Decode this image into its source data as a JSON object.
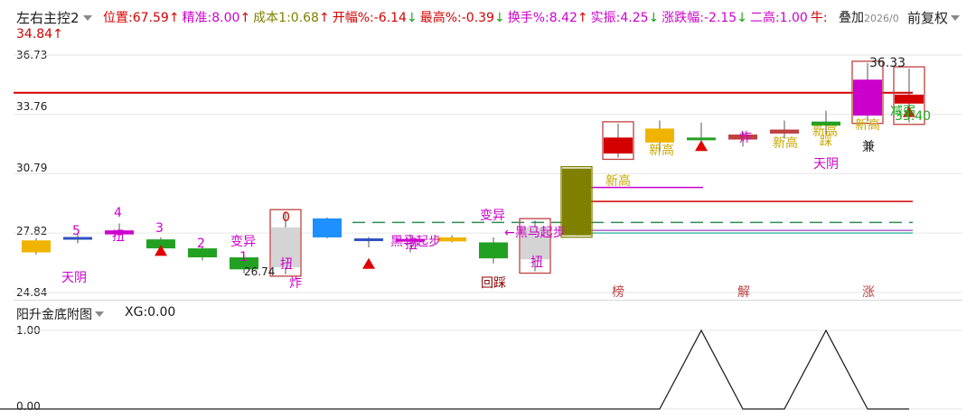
{
  "header": {
    "indicator_name": "左右主控2",
    "values": [
      {
        "label": "位置:",
        "value": "67.59",
        "arrow": "↑",
        "color": "#d40000",
        "arrow_up": true
      },
      {
        "label": "精准:",
        "value": "8.00",
        "arrow": "↑",
        "color": "#cc00cc",
        "arrow_up": true
      },
      {
        "label": "成本1:",
        "value": "0.68",
        "arrow": "↑",
        "color": "#808000",
        "arrow_up": true
      },
      {
        "label": "开幅%:",
        "value": "-6.14",
        "arrow": "↓",
        "color": "#d40000",
        "arrow_up": false
      },
      {
        "label": "最高%:",
        "value": "-0.39",
        "arrow": "↓",
        "color": "#d40000",
        "arrow_up": false
      },
      {
        "label": "换手%:",
        "value": "8.42",
        "arrow": "↑",
        "color": "#cc00cc",
        "arrow_up": true
      },
      {
        "label": "实振:",
        "value": "4.25",
        "arrow": "↓",
        "color": "#cc00cc",
        "arrow_up": false
      },
      {
        "label": "涨跌幅:",
        "value": "-2.15",
        "arrow": "↓",
        "color": "#cc00cc",
        "arrow_up": false
      },
      {
        "label": "二高:",
        "value": "1.00",
        "arrow": "",
        "color": "#cc00cc",
        "arrow_up": true
      },
      {
        "label": "牛:",
        "value": "",
        "arrow": "",
        "color": "#d40000",
        "arrow_up": true
      }
    ],
    "last_value": "34.84↑",
    "overlay_label": "叠加",
    "date_fragment": "2026/0",
    "adjust_label": "前复权"
  },
  "main_chart": {
    "y_ticks": [
      "36.73",
      "33.76",
      "30.79",
      "27.82",
      "24.84"
    ],
    "price_label_high": "36.33",
    "price_label_low": "33.40",
    "extra_price": "26.74",
    "annotations": [
      {
        "text": "天阴",
        "color": "#cc00cc"
      },
      {
        "text": "5",
        "color": "#cc00cc"
      },
      {
        "text": "4",
        "color": "#cc00cc"
      },
      {
        "text": "扭",
        "color": "#cc00cc"
      },
      {
        "text": "3",
        "color": "#cc00cc"
      },
      {
        "text": "2",
        "color": "#cc00cc"
      },
      {
        "text": "1",
        "color": "#cc00cc"
      },
      {
        "text": "变异",
        "color": "#cc00cc"
      },
      {
        "text": "0",
        "color": "#d40000"
      },
      {
        "text": "扭",
        "color": "#cc00cc"
      },
      {
        "text": "炸",
        "color": "#cc00cc"
      },
      {
        "text": "黑马起步",
        "color": "#cc00cc"
      },
      {
        "text": "扭",
        "color": "#cc00cc"
      },
      {
        "text": "变异",
        "color": "#cc00cc"
      },
      {
        "text": "回踩",
        "color": "#8b0000"
      },
      {
        "text": "←黑马起步",
        "color": "#cc00cc"
      },
      {
        "text": "扭",
        "color": "#cc00cc"
      },
      {
        "text": "新高",
        "color": "#c8a800"
      },
      {
        "text": "新高",
        "color": "#c8a800"
      },
      {
        "text": "炸",
        "color": "#cc00cc"
      },
      {
        "text": "新高",
        "color": "#c8a800"
      },
      {
        "text": "新高",
        "color": "#c8a800"
      },
      {
        "text": "踩",
        "color": "#c8a800"
      },
      {
        "text": "天阴",
        "color": "#cc00cc"
      },
      {
        "text": "新高",
        "color": "#c8a800"
      },
      {
        "text": "兼",
        "color": "#222222"
      },
      {
        "text": "减弱",
        "color": "#22aa22"
      },
      {
        "text": "榜",
        "color": "#c04040"
      },
      {
        "text": "解",
        "color": "#c04040"
      },
      {
        "text": "涨",
        "color": "#c04040"
      }
    ]
  },
  "chart_data": {
    "type": "candlestick",
    "ylim": [
      24.84,
      36.73
    ],
    "ticks": [
      36.73,
      33.76,
      30.79,
      27.82,
      24.84
    ],
    "candles": [
      {
        "open": 26.85,
        "close": 27.45,
        "high": 27.55,
        "low": 26.75,
        "color": "#f0b400"
      },
      {
        "open": 27.5,
        "close": 27.62,
        "high": 27.75,
        "low": 27.3,
        "color": "#3050c0"
      },
      {
        "open": 27.75,
        "close": 27.95,
        "high": 28.3,
        "low": 27.6,
        "color": "#cc00cc"
      },
      {
        "open": 27.5,
        "close": 27.05,
        "high": 27.6,
        "low": 26.85,
        "color": "#22a022"
      },
      {
        "open": 27.05,
        "close": 26.6,
        "high": 27.15,
        "low": 26.45,
        "color": "#22a022"
      },
      {
        "open": 26.6,
        "close": 26.0,
        "high": 26.7,
        "low": 25.8,
        "color": "#22a022"
      },
      {
        "open": 26.1,
        "close": 28.1,
        "high": 28.9,
        "low": 25.75,
        "color": "#d4d4d4"
      },
      {
        "open": 27.6,
        "close": 28.55,
        "high": 28.6,
        "low": 27.55,
        "color": "#1e90ff"
      },
      {
        "open": 27.55,
        "close": 27.45,
        "high": 27.62,
        "low": 27.1,
        "color": "#3050c0"
      },
      {
        "open": 27.4,
        "close": 27.52,
        "high": 27.75,
        "low": 26.85,
        "color": "#cc00cc"
      },
      {
        "open": 27.4,
        "close": 27.6,
        "high": 27.7,
        "low": 27.35,
        "color": "#f0b400"
      },
      {
        "open": 27.35,
        "close": 26.55,
        "high": 27.6,
        "low": 26.3,
        "color": "#22a022"
      },
      {
        "open": 26.5,
        "close": 28.1,
        "high": 28.45,
        "low": 25.9,
        "color": "#d4d4d4"
      },
      {
        "open": 27.7,
        "close": 31.05,
        "high": 31.05,
        "low": 27.7,
        "color": "#808000"
      },
      {
        "open": 31.8,
        "close": 32.6,
        "high": 33.3,
        "low": 31.6,
        "color": "#d40000"
      },
      {
        "open": 32.35,
        "close": 33.05,
        "high": 33.45,
        "low": 31.9,
        "color": "#f0b400"
      },
      {
        "open": 32.6,
        "close": 32.48,
        "high": 33.35,
        "low": 32.1,
        "color": "#22a022"
      },
      {
        "open": 32.5,
        "close": 32.75,
        "high": 32.9,
        "low": 32.15,
        "color": "#c04040"
      },
      {
        "open": 32.8,
        "close": 33.0,
        "high": 33.45,
        "low": 32.55,
        "color": "#c04040"
      },
      {
        "open": 33.2,
        "close": 33.4,
        "high": 33.95,
        "low": 32.75,
        "color": "#22a022"
      },
      {
        "open": 33.7,
        "close": 35.5,
        "high": 36.33,
        "low": 33.4,
        "color": "#cc00cc"
      },
      {
        "open": 34.75,
        "close": 34.3,
        "high": 36.05,
        "low": 33.35,
        "color": "#d40000"
      }
    ],
    "levels": [
      {
        "value": 34.84,
        "color": "#d40000",
        "style": "solid"
      },
      {
        "value": 29.4,
        "color": "#d40000",
        "style": "solid"
      },
      {
        "value": 30.1,
        "color": "#cc00cc",
        "style": "solid"
      },
      {
        "value": 28.35,
        "color": "#2e8b57",
        "style": "dashed"
      },
      {
        "value": 27.82,
        "color": "#44bbaa",
        "style": "solid"
      },
      {
        "value": 27.95,
        "color": "#aa66cc",
        "style": "solid"
      }
    ],
    "sub_indicator": {
      "name": "阳升金底附图",
      "xg_value": "0.00",
      "ylim": [
        0.0,
        1.0
      ],
      "ticks": [
        "1.00",
        "0.00"
      ],
      "values": [
        0,
        0,
        0,
        0,
        0,
        0,
        0,
        0,
        0,
        0,
        0,
        0,
        0,
        0,
        0,
        0,
        0,
        1,
        0,
        0,
        1,
        0,
        0
      ]
    }
  },
  "sub_panel": {
    "title": "阳升金底附图",
    "xg_label": "XG:",
    "xg_value": "0.00",
    "y_top": "1.00",
    "y_bottom": "0.00"
  }
}
